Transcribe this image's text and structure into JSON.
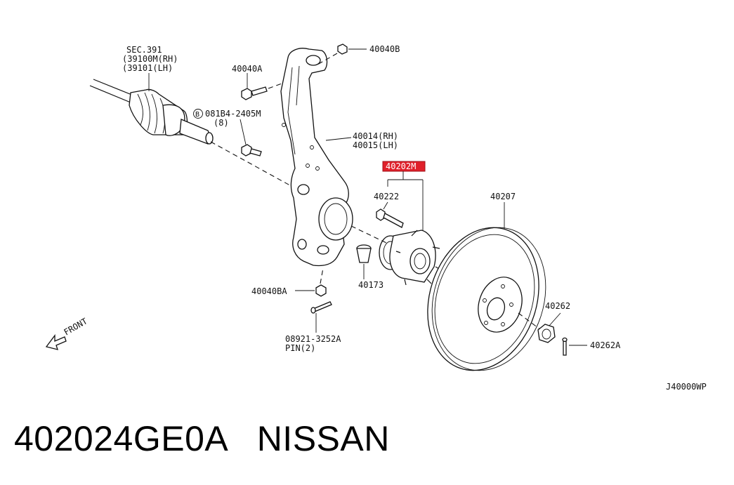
{
  "diagram": {
    "labels": {
      "sec": "SEC.391",
      "sec_rh": "(39100M(RH)",
      "sec_lh": "(39101(LH)",
      "p40040B": "40040B",
      "p40040A": "40040A",
      "bolt_b_circle": "B",
      "bolt_b_code": "081B4-2405M",
      "bolt_b_qty": "(8)",
      "knuckle_rh": "40014(RH)",
      "knuckle_lh": "40015(LH)",
      "highlight": "40202M",
      "p40222": "40222",
      "p40207": "40207",
      "p40173": "40173",
      "p40040BA": "40040BA",
      "p40262": "40262",
      "p40262A": "40262A",
      "pin_code": "08921-3252A",
      "pin_qty": "PIN(2)",
      "front": "FRONT",
      "diagram_id": "J40000WP"
    },
    "highlight_color": "#e0202a"
  },
  "caption": {
    "part_number": "402024GE0A",
    "brand": "NISSAN"
  }
}
